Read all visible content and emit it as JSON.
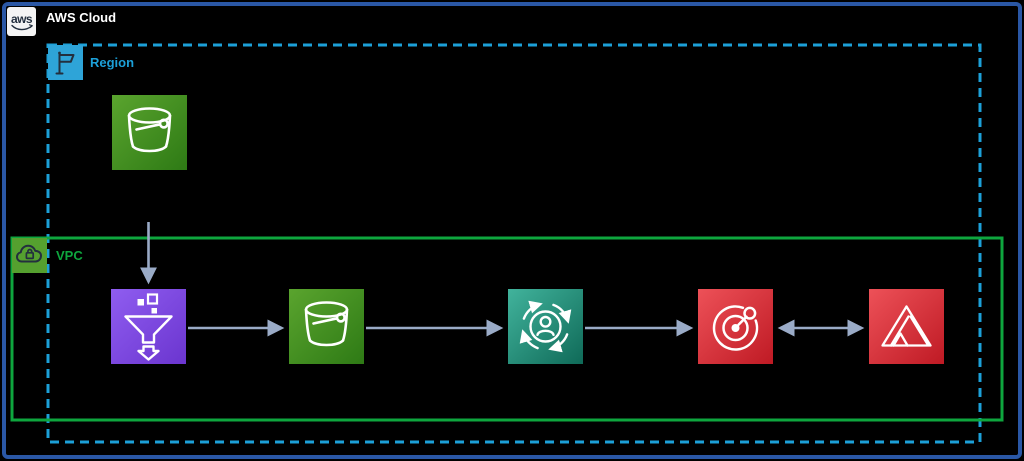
{
  "aws_cloud": {
    "logo_text": "aws",
    "label": "AWS Cloud"
  },
  "region": {
    "label": "Region"
  },
  "vpc": {
    "label": "VPC"
  },
  "nodes": [
    {
      "id": "s3-bucket-source",
      "icon": "s3-bucket-icon",
      "area": "region"
    },
    {
      "id": "kinesis-data-firehose",
      "icon": "kinesis-data-firehose-funnel-icon",
      "area": "vpc"
    },
    {
      "id": "s3-bucket",
      "icon": "s3-bucket-icon",
      "area": "vpc"
    },
    {
      "id": "personalize",
      "icon": "personalize-person-cycle-icon",
      "area": "vpc"
    },
    {
      "id": "pinpoint",
      "icon": "pinpoint-target-icon",
      "area": "vpc"
    },
    {
      "id": "amplify",
      "icon": "amplify-triangle-icon",
      "area": "vpc"
    }
  ],
  "connections": [
    {
      "from": "s3-bucket-source",
      "to": "kinesis-data-firehose",
      "direction": "one-way"
    },
    {
      "from": "kinesis-data-firehose",
      "to": "s3-bucket",
      "direction": "one-way"
    },
    {
      "from": "s3-bucket",
      "to": "personalize",
      "direction": "one-way"
    },
    {
      "from": "personalize",
      "to": "pinpoint",
      "direction": "one-way"
    },
    {
      "from": "pinpoint",
      "to": "amplify",
      "direction": "two-way"
    }
  ],
  "colors": {
    "background": "#000000",
    "frame_blue": "#2a57a5",
    "region_blue": "#1ca0d8",
    "region_icon_fill": "#2ea4d8",
    "vpc_green": "#0ea63e",
    "vpc_icon_fill": "#55a02f",
    "arrow": "#9aabc7",
    "s3_gradient": [
      "#5aa42e",
      "#2e7a15"
    ],
    "firehose_gradient": [
      "#8f5df0",
      "#6b35cf"
    ],
    "personalize_gradient": [
      "#41b39c",
      "#0f6a58"
    ],
    "red_gradient": [
      "#ed5158",
      "#bf1a24"
    ],
    "glyph_navy": "#232f3e",
    "logo_bg": "#f4f4f4"
  }
}
